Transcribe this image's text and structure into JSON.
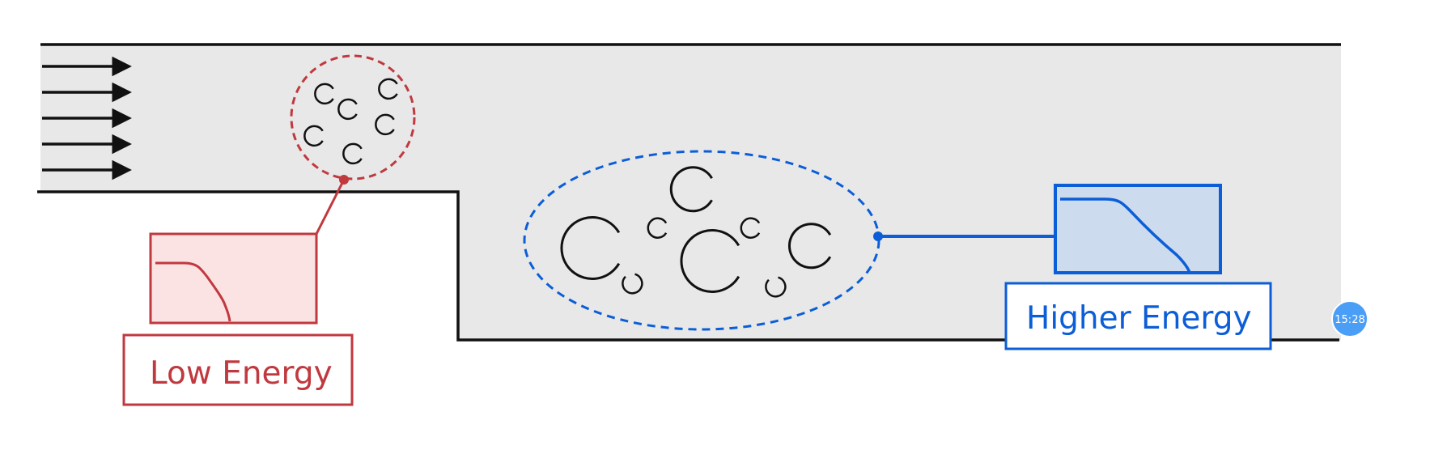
{
  "labels": {
    "low": "Low Energy",
    "high": "Higher Energy"
  },
  "timer": {
    "text": "15:28"
  },
  "flow_arrow_count": 5,
  "colors": {
    "duct_fill": "#e8e8e8",
    "wall": "#111111",
    "low_accent": "#c0393f",
    "low_fill": "#fbe3e3",
    "high_accent": "#0b5ed7",
    "high_fill": "#cddbee",
    "timer_badge": "#4a9ef5"
  }
}
